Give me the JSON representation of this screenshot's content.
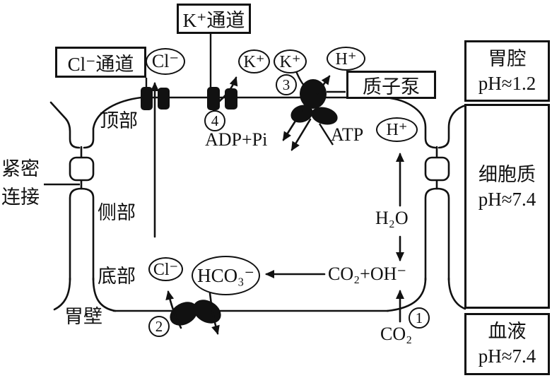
{
  "colors": {
    "ink": "#111111",
    "paper": "#ffffff"
  },
  "boxes": {
    "k_channel": "K⁺通道",
    "cl_channel": "Cl⁻通道",
    "proton_pump": "质子泵"
  },
  "compartments": {
    "stomach_lumen": {
      "name": "胃腔",
      "ph": "pH≈1.2"
    },
    "cytoplasm": {
      "name": "细胞质",
      "ph": "pH≈7.4"
    },
    "blood": {
      "name": "血液",
      "ph": "pH≈7.4"
    }
  },
  "regions": {
    "tight_junction_line1": "紧密",
    "tight_junction_line2": "连接",
    "apical": "顶部",
    "lateral": "侧部",
    "basal": "底部",
    "stomach_wall": "胃壁"
  },
  "molecules": {
    "cl_apical": "Cl⁻",
    "k_out": "K⁺",
    "k_in": "K⁺",
    "h_out": "H⁺",
    "h_in": "H⁺",
    "cl_basal": "Cl⁻",
    "hco3": "HCO₃⁻",
    "h2o": "H₂O",
    "co2_oh": "CO₂+OH⁻",
    "co2": "CO₂",
    "adp_pi": "ADP+Pi",
    "atp": "ATP"
  },
  "steps": {
    "s1": "1",
    "s2": "2",
    "s3": "3",
    "s4": "4"
  }
}
